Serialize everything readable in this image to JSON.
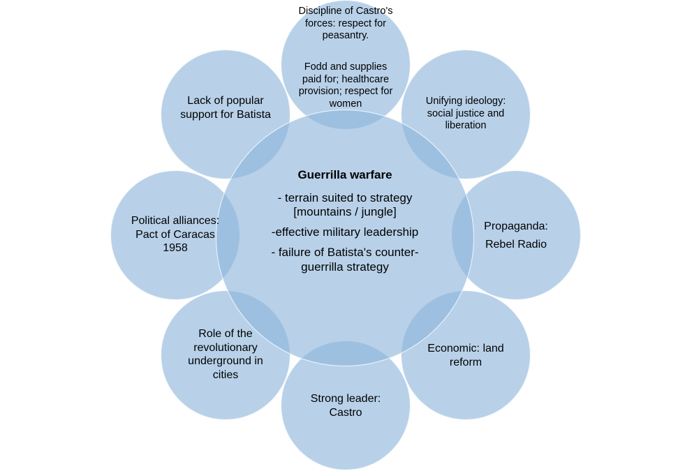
{
  "center": {
    "title": "Guerrilla warfare",
    "lines": [
      "- terrain suited to strategy [mountains / jungle]",
      "-effective  military leadership",
      "- failure of Batista's counter-guerrilla strategy"
    ]
  },
  "satellites": {
    "top": {
      "part1": "Discipline of Castro's forces: respect for peasantry.",
      "part2": "Fodd and supplies paid for; healthcare provision; respect for women"
    },
    "top_right": {
      "text": "Unifying ideology: social justice and liberation"
    },
    "right": {
      "line1": "Propaganda:",
      "line2": "Rebel Radio"
    },
    "bottom_right": {
      "text": "Economic: land reform"
    },
    "bottom": {
      "text": "Strong leader: Castro"
    },
    "bottom_left": {
      "text": "Role of the revolutionary underground in cities"
    },
    "left": {
      "text": "Political alliances:  Pact of Caracas 1958"
    },
    "top_left": {
      "text": "Lack of popular support for Batista"
    }
  },
  "colors": {
    "circle_fill": "#8cb4dc",
    "circle_edge": "#ffffff"
  }
}
